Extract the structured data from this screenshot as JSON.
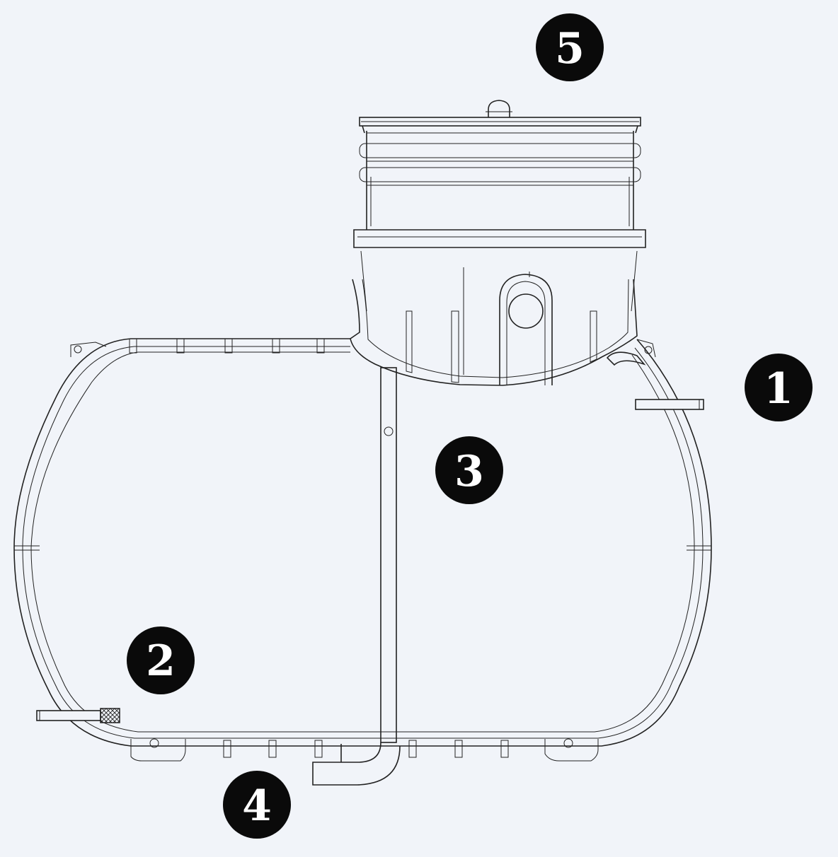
{
  "diagram": {
    "colors": {
      "background": "#f1f4f9",
      "line": "#222222",
      "callout_fill": "#0a0a0a",
      "callout_text": "#ffffff"
    },
    "callouts": [
      {
        "id": "c1",
        "label": "1"
      },
      {
        "id": "c2",
        "label": "2"
      },
      {
        "id": "c3",
        "label": "3"
      },
      {
        "id": "c4",
        "label": "4"
      },
      {
        "id": "c5",
        "label": "5"
      }
    ]
  }
}
